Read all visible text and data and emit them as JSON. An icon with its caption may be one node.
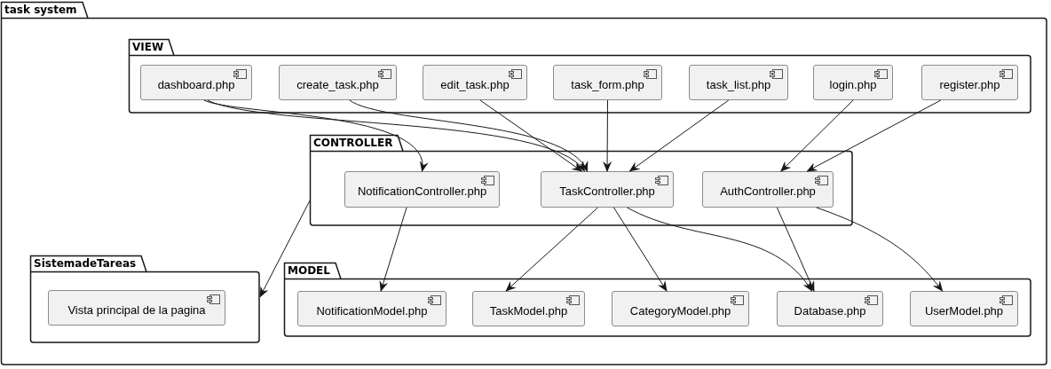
{
  "diagram": {
    "nodes": [
      {
        "text": [
          "task system"
        ]
      },
      {
        "text": [
          "VIEW"
        ],
        "in": 0
      },
      {
        "text": [
          "dashboard.php"
        ],
        "in": 1
      },
      {
        "text": [
          "create_task.php"
        ],
        "in": 1
      },
      {
        "text": [
          "edit_task.php"
        ],
        "in": 1
      },
      {
        "text": [
          "task_form.php"
        ],
        "in": 1
      },
      {
        "text": [
          "task_list.php"
        ],
        "in": 1
      },
      {
        "text": [
          "login.php"
        ],
        "in": 1
      },
      {
        "text": [
          "register.php"
        ],
        "in": 1
      },
      {
        "text": [
          "CONTROLLER"
        ],
        "in": 0
      },
      {
        "text": [
          "NotificationController.php"
        ],
        "in": 9
      },
      {
        "text": [
          "TaskController.php"
        ],
        "in": 9
      },
      {
        "text": [
          "AuthController.php"
        ],
        "in": 9
      },
      {
        "text": [
          "SistemadeTareas"
        ],
        "in": 0
      },
      {
        "text": [
          "Vista principal de la pagina"
        ],
        "in": 13
      },
      {
        "text": [
          "MODEL"
        ],
        "in": 0
      },
      {
        "text": [
          "NotificationModel.php"
        ],
        "in": 15
      },
      {
        "text": [
          "TaskModel.php"
        ],
        "in": 15
      },
      {
        "text": [
          "CategoryModel.php"
        ],
        "in": 15
      },
      {
        "text": [
          "Database.php"
        ],
        "in": 15
      },
      {
        "text": [
          "UserModel.php"
        ],
        "in": 15
      }
    ],
    "edges": [
      {
        "from": 2,
        "to": 10,
        "arrow": "to"
      },
      {
        "from": 2,
        "to": 11,
        "arrow": "to"
      },
      {
        "from": 3,
        "to": 11,
        "arrow": "to"
      },
      {
        "from": 4,
        "to": 11,
        "arrow": "to"
      },
      {
        "from": 5,
        "to": 11,
        "arrow": "to"
      },
      {
        "from": 6,
        "to": 11,
        "arrow": "to"
      },
      {
        "from": 7,
        "to": 12,
        "arrow": "to"
      },
      {
        "from": 8,
        "to": 12,
        "arrow": "to"
      },
      {
        "from": 9,
        "to": 13,
        "arrow": "to"
      },
      {
        "from": 10,
        "to": 16,
        "arrow": "to"
      },
      {
        "from": 11,
        "to": 17,
        "arrow": "to"
      },
      {
        "from": 11,
        "to": 18,
        "arrow": "to"
      },
      {
        "from": 11,
        "to": 19,
        "arrow": "to"
      },
      {
        "from": 12,
        "to": 19,
        "arrow": "to"
      },
      {
        "from": 12,
        "to": 20,
        "arrow": "to"
      }
    ]
  }
}
